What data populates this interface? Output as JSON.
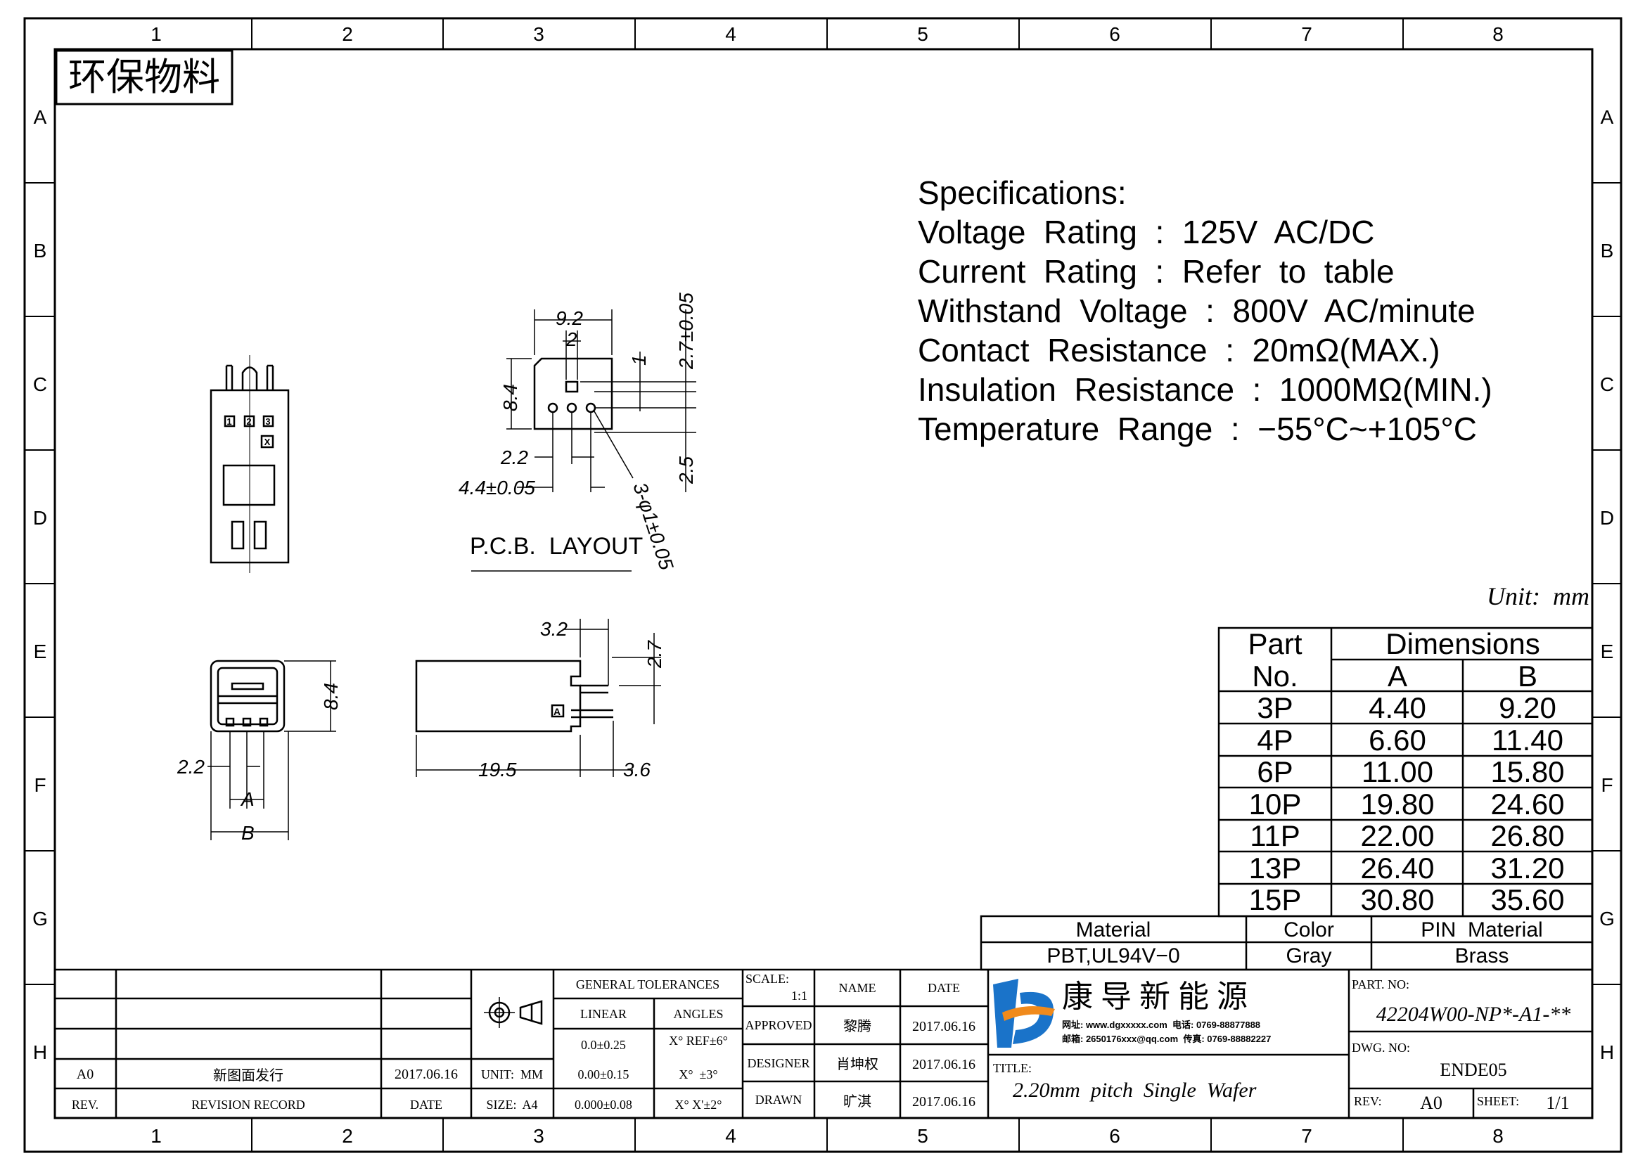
{
  "grid": {
    "columns": [
      "1",
      "2",
      "3",
      "4",
      "5",
      "6",
      "7",
      "8"
    ],
    "rows": [
      "A",
      "B",
      "C",
      "D",
      "E",
      "F",
      "G",
      "H"
    ]
  },
  "eco_stamp": "环保物料",
  "specifications": {
    "heading": "Specifications:",
    "lines": [
      "Voltage  Rating  :  125V  AC/DC",
      "Current  Rating  :  Refer  to  table",
      "Withstand  Voltage  :  800V  AC/minute",
      "Contact  Resistance  :  20mΩ(MAX.)",
      "Insulation  Resistance  :  1000MΩ(MIN.)",
      "Temperature  Range  :  −55°C~+105°C"
    ]
  },
  "unit_note": "Unit:  mm",
  "pcb_layout": {
    "title": "P.C.B.  LAYOUT",
    "dims": {
      "width": "9.2",
      "pitch": "2",
      "offset": "1",
      "top": "2.7±0.05",
      "height": "8.4",
      "pin_pitch": "2.2",
      "pin_span": "4.4±0.05",
      "bottom": "2.5",
      "hole": "3-φ1±0.05"
    }
  },
  "views": {
    "front": {
      "height": "8.4",
      "pitch": "2.2",
      "a": "A",
      "b": "B"
    },
    "side": {
      "w1": "3.2",
      "h1": "2.7",
      "length": "19.5",
      "tail": "3.6",
      "marker": "A"
    },
    "top": {
      "pins": [
        "1",
        "2",
        "3",
        "X"
      ]
    }
  },
  "dimension_table": {
    "part_header": "Part",
    "no_header": "No.",
    "dim_header": "Dimensions",
    "col_a": "A",
    "col_b": "B",
    "rows": [
      {
        "part": "3P",
        "a": "4.40",
        "b": "9.20"
      },
      {
        "part": "4P",
        "a": "6.60",
        "b": "11.40"
      },
      {
        "part": "6P",
        "a": "11.00",
        "b": "15.80"
      },
      {
        "part": "10P",
        "a": "19.80",
        "b": "24.60"
      },
      {
        "part": "11P",
        "a": "22.00",
        "b": "26.80"
      },
      {
        "part": "13P",
        "a": "26.40",
        "b": "31.20"
      },
      {
        "part": "15P",
        "a": "30.80",
        "b": "35.60"
      }
    ]
  },
  "materials": {
    "material_label": "Material",
    "material_value": "PBT,UL94V−0",
    "color_label": "Color",
    "color_value": "Gray",
    "pin_label": "PIN  Material",
    "pin_value": "Brass"
  },
  "title_block": {
    "rev_code": "A0",
    "rev_record": "新图面发行",
    "rev_date": "2017.06.16",
    "rev_header": "REV.",
    "record_header": "REVISION RECORD",
    "date_header": "DATE",
    "unit": "UNIT:  MM",
    "size": "SIZE:  A4",
    "general_tolerances": "GENERAL TOLERANCES",
    "linear": "LINEAR",
    "angles": "ANGLES",
    "tol1": "0.0±0.25",
    "tol2": "0.00±0.15",
    "tol3": "0.000±0.08",
    "ang1": "X° REF±6°",
    "ang2": "X°  ±3°",
    "ang3": "X° X'±2°",
    "scale_label": "SCALE:",
    "scale_value": "1:1",
    "approved": "APPROVED",
    "designer": "DESIGNER",
    "drawn": "DRAWN",
    "name_header": "NAME",
    "date_header2": "DATE",
    "approved_name": "黎腾",
    "designer_name": "肖坤权",
    "drawn_name": "旷淇",
    "approved_date": "2017.06.16",
    "designer_date": "2017.06.16",
    "drawn_date": "2017.06.16",
    "company": "康 导 新 能 源",
    "contact1": "网址: www.dgxxxxx.com  电话: 0769-88877888",
    "contact2": "邮箱: 2650176xxx@qq.com  传真: 0769-88882227",
    "title_label": "TITLE:",
    "title_value": "2.20mm  pitch  Single  Wafer",
    "part_no_label": "PART. NO:",
    "part_no": "42204W00-NP*-A1-**",
    "dwg_no_label": "DWG. NO:",
    "dwg_no": "ENDE05",
    "rev_label": "REV:",
    "rev_value": "A0",
    "sheet_label": "SHEET:",
    "sheet_value": "1/1"
  }
}
